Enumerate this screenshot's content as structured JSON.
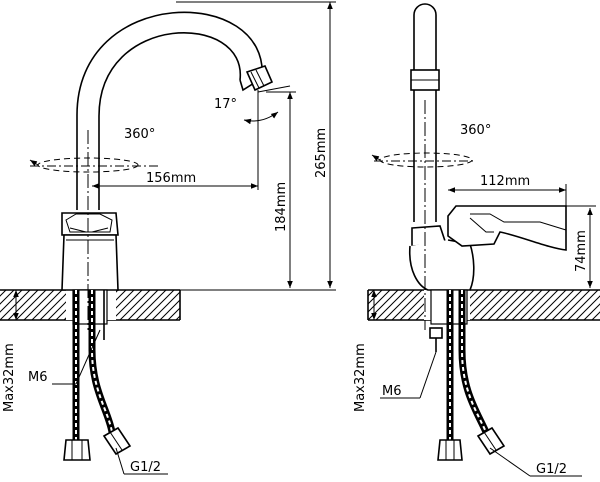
{
  "diagram": {
    "front_view": {
      "rotation": "360°",
      "spout_reach": "156mm",
      "spout_height": "184mm",
      "total_height": "265mm",
      "spout_angle": "17°",
      "max_thickness": "Max32mm",
      "thread_stud": "M6",
      "hose_connection": "G1/2"
    },
    "side_view": {
      "rotation": "360°",
      "lever_length": "112mm",
      "body_height": "74mm",
      "max_thickness": "Max32mm",
      "thread_stud": "M6",
      "hose_connection": "G1/2"
    }
  }
}
